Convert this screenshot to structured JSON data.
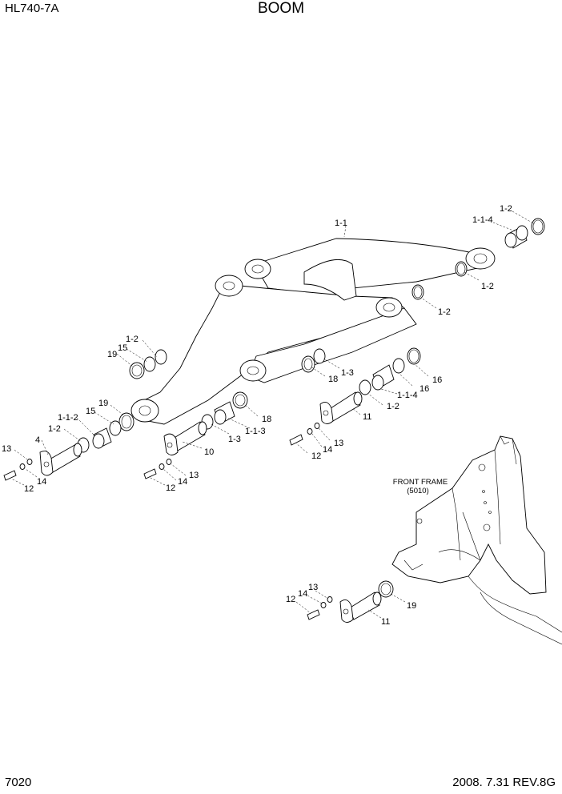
{
  "header": {
    "model": "HL740-7A",
    "title": "BOOM"
  },
  "footer": {
    "page_number": "7020",
    "revision": "2008. 7.31  REV.8G"
  },
  "frame_label": {
    "line1": "FRONT FRAME",
    "line2": "(5010)"
  },
  "callouts": {
    "c_1_1": "1-1",
    "c_1_2_top": "1-2",
    "c_1_1_4_top": "1-1-4",
    "c_1_2_r1": "1-2",
    "c_1_2_r2": "1-2",
    "c_1_2_ul": "1-2",
    "c_19_ul": "19",
    "c_15_ul": "15",
    "c_18_mid": "18",
    "c_1_3_mid": "1-3",
    "c_16_a": "16",
    "c_16_b": "16",
    "c_1_1_4_mid": "1-1-4",
    "c_1_2_mid": "1-2",
    "c_11_mid": "11",
    "c_13_mid": "13",
    "c_14_mid": "14",
    "c_12_mid": "12",
    "c_19_l": "19",
    "c_15_l": "15",
    "c_1_1_2": "1-1-2",
    "c_1_2_l": "1-2",
    "c_4": "4",
    "c_13_l": "13",
    "c_14_l": "14",
    "c_12_l": "12",
    "c_18_low": "18",
    "c_1_1_3": "1-1-3",
    "c_1_3_low": "1-3",
    "c_10": "10",
    "c_13_lc": "13",
    "c_14_lc": "14",
    "c_12_lc": "12",
    "c_13_b": "13",
    "c_14_b": "14",
    "c_12_b": "12",
    "c_19_b": "19",
    "c_11_b": "11"
  }
}
